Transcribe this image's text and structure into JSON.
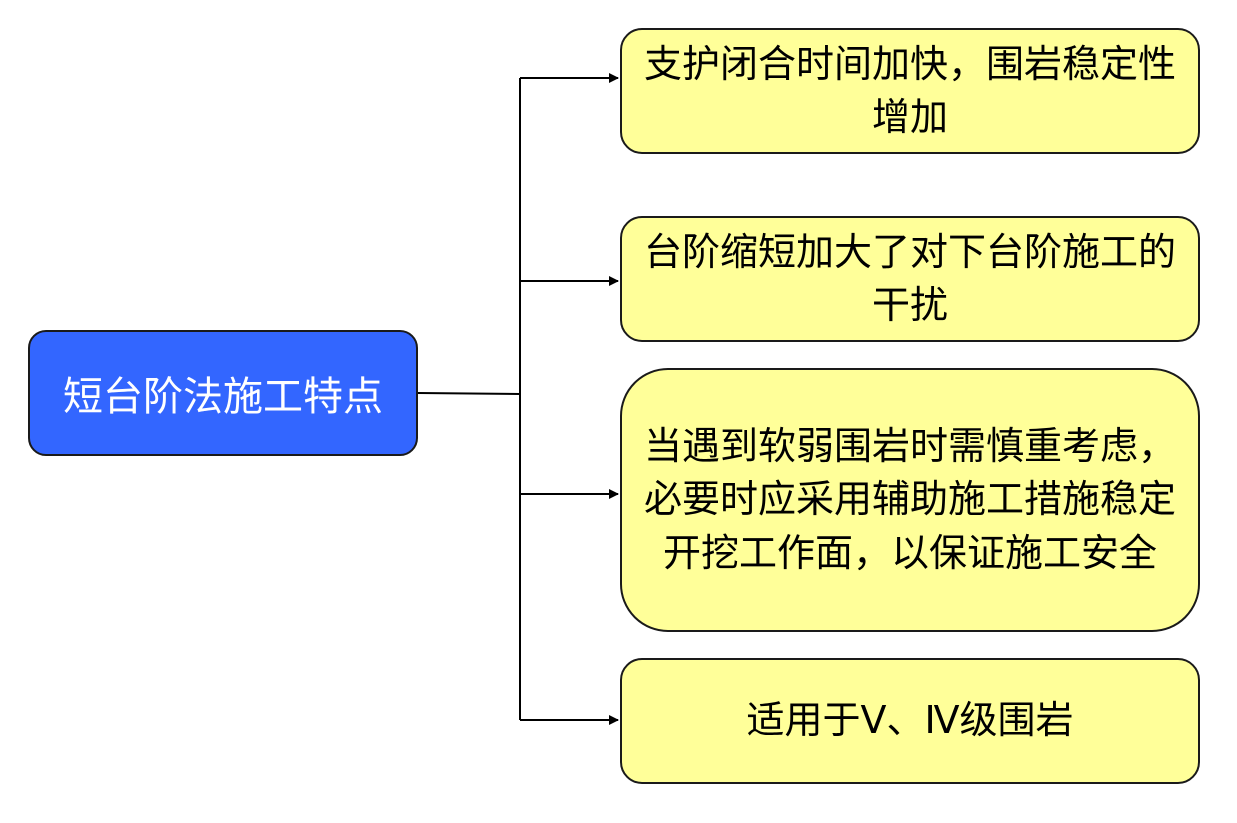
{
  "diagram": {
    "root": {
      "label": "短台阶法施工特点"
    },
    "branches": [
      {
        "label": "支护闭合时间加快，围岩稳定性增加"
      },
      {
        "label": "台阶缩短加大了对下台阶施工的干扰"
      },
      {
        "label": "当遇到软弱围岩时需慎重考虑，必要时应采用辅助施工措施稳定开挖工作面，以保证施工安全"
      },
      {
        "label": "适用于Ⅴ、Ⅳ级围岩"
      }
    ],
    "colors": {
      "root_fill": "#3366ff",
      "branch_fill": "#ffff99",
      "stroke": "#1a1a1a"
    }
  }
}
